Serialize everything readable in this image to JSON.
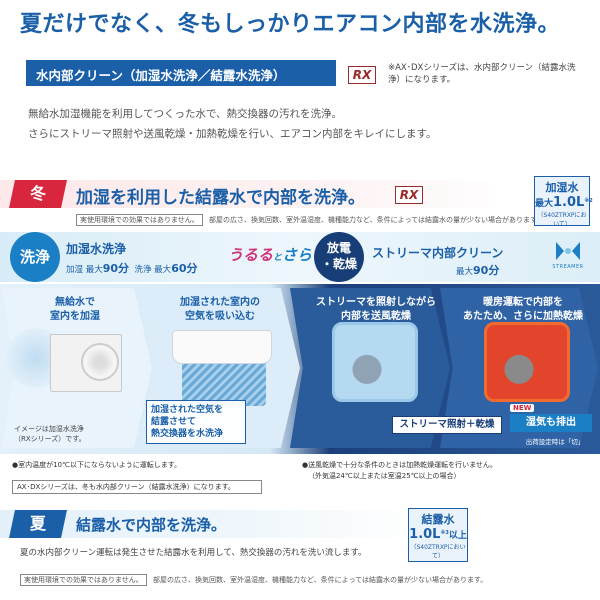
{
  "header": {
    "headline": "夏だけでなく、冬もしっかりエアコン内部を水洗浄。",
    "section_label": "水内部クリーン（加湿水洗浄／結露水洗浄）",
    "rx_badge": "RX",
    "series_note": "※AX･DXシリーズは、水内部クリーン（結露水洗浄）になります。",
    "desc_line1": "無給水加湿機能を利用してつくった水で、熱交換器の汚れを洗浄。",
    "desc_line2": "さらにストリーマ照射や送風乾燥・加熱乾燥を行い、エアコン内部をキレイにします。"
  },
  "winter": {
    "tag": "冬",
    "title": "加湿を利用した結露水で内部を洗浄。",
    "rx_badge": "RX",
    "cond_box": "実使用環境での効果ではありません。",
    "cond_text": "部屋の広さ、換気回数、室外温湿度、機種能力など、条件によっては結露水の量が少ない場合があります。",
    "humid": {
      "title": "加湿水",
      "prefix": "最大",
      "value": "1.0L",
      "sup": "※2",
      "model": "（S40ZTRXPにおいて）"
    }
  },
  "strip": {
    "wash_circle": "洗浄",
    "wash_title": "加湿水洗浄",
    "wash_sub_label1": "加湿",
    "wash_sub_val1_prefix": "最大",
    "wash_sub_val1": "90分",
    "wash_sub_label2": "洗浄",
    "wash_sub_val2_prefix": "最大",
    "wash_sub_val2": "60分",
    "brand_a": "うるる",
    "brand_join": "と",
    "brand_b": "さらら",
    "dry_circle_1": "放電",
    "dry_circle_2": "・乾燥",
    "dry_title": "ストリーマ内部クリーン",
    "dry_sub_prefix": "最大",
    "dry_sub_val": "90分",
    "streamer_logo": "STREAMER"
  },
  "panels": {
    "p1_line1": "無給水で",
    "p1_line2": "室内を加湿",
    "p1_note1": "イメージは加湿水洗浄",
    "p1_note2": "（RXシリーズ）です。",
    "p2_line1": "加湿された室内の",
    "p2_line2": "空気を吸い込む",
    "p2_box1": "加湿された空気を",
    "p2_box2": "結露させて",
    "p2_box3": "熱交換器を水洗浄",
    "p3_line1": "ストリーマを照射しながら",
    "p3_line2": "内部を送風乾燥",
    "p3_tag": "ストリーマ照射＋乾燥",
    "p4_line1": "暖房運転で内部を",
    "p4_line2": "あたため、さらに加熱乾燥",
    "p4_new": "NEW",
    "p4_tag": "湿気も排出",
    "p4_note": "出荷設定時は「切」"
  },
  "notes": {
    "left1": "●室内温度が10℃以下にならないように運転します。",
    "ax_box": "AX･DXシリーズは、冬も水内部クリーン（結露水洗浄）になります。",
    "right1": "●送風乾燥で十分な条件のときは加熱乾燥運転を行いません。",
    "right2": "（外気温24℃以上または室温25℃以上の場合）"
  },
  "summer": {
    "tag": "夏",
    "title": "結露水で内部を洗浄。",
    "desc": "夏の水内部クリーン運転は発生させた結露水を利用して、熱交換器の汚れを洗い流します。",
    "cond_box": "実使用環境での効果ではありません。",
    "cond_text": "部屋の広さ、換気回数、室外温湿度、機種能力など、条件によっては結露水の量が少ない場合があります。",
    "humid": {
      "title": "結露水",
      "value": "1.0L",
      "sup": "※3",
      "suffix": "以上",
      "model": "（S40ZTRXPにおいて）"
    }
  }
}
